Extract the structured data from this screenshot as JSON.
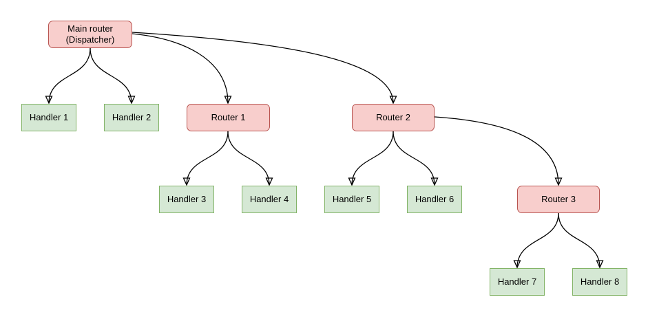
{
  "diagram": {
    "nodes": {
      "main_router": {
        "line1": "Main router",
        "line2": "(Dispatcher)",
        "type": "router"
      },
      "handler_1": {
        "label": "Handler 1",
        "type": "handler"
      },
      "handler_2": {
        "label": "Handler 2",
        "type": "handler"
      },
      "router_1": {
        "label": "Router 1",
        "type": "router"
      },
      "router_2": {
        "label": "Router 2",
        "type": "router"
      },
      "handler_3": {
        "label": "Handler 3",
        "type": "handler"
      },
      "handler_4": {
        "label": "Handler 4",
        "type": "handler"
      },
      "handler_5": {
        "label": "Handler 5",
        "type": "handler"
      },
      "handler_6": {
        "label": "Handler 6",
        "type": "handler"
      },
      "router_3": {
        "label": "Router 3",
        "type": "router"
      },
      "handler_7": {
        "label": "Handler 7",
        "type": "handler"
      },
      "handler_8": {
        "label": "Handler 8",
        "type": "handler"
      }
    },
    "edges": [
      {
        "from": "main_router",
        "to": "handler_1"
      },
      {
        "from": "main_router",
        "to": "handler_2"
      },
      {
        "from": "main_router",
        "to": "router_1"
      },
      {
        "from": "main_router",
        "to": "router_2"
      },
      {
        "from": "router_1",
        "to": "handler_3"
      },
      {
        "from": "router_1",
        "to": "handler_4"
      },
      {
        "from": "router_2",
        "to": "handler_5"
      },
      {
        "from": "router_2",
        "to": "handler_6"
      },
      {
        "from": "router_2",
        "to": "router_3"
      },
      {
        "from": "router_3",
        "to": "handler_7"
      },
      {
        "from": "router_3",
        "to": "handler_8"
      }
    ],
    "colors": {
      "router_fill": "#f8cecc",
      "router_border": "#b85450",
      "handler_fill": "#d5e8d4",
      "handler_border": "#82b366",
      "edge_stroke": "#000000",
      "background": "#ffffff"
    }
  }
}
